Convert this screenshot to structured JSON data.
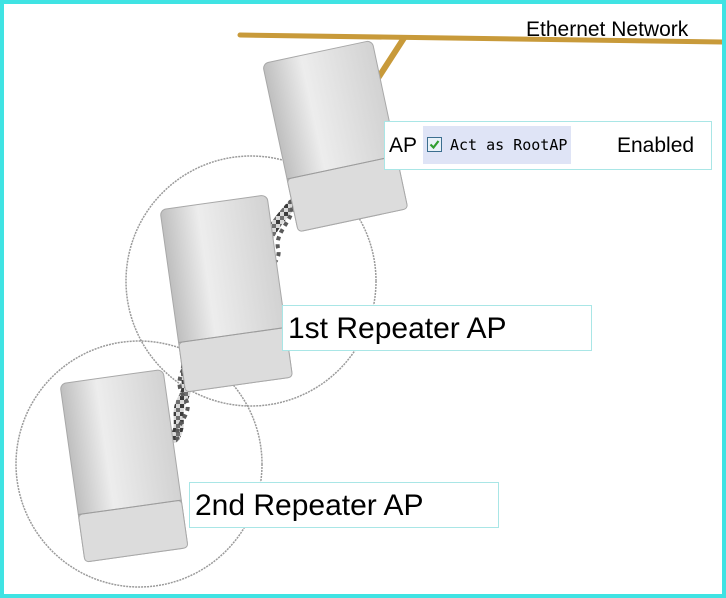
{
  "network": {
    "label": "Ethernet Network"
  },
  "root_ap": {
    "prefix": "AP",
    "checkbox_label": "Act as RootAP",
    "checked": true,
    "suffix": "Enabled"
  },
  "repeater1": {
    "label": "1st Repeater AP"
  },
  "repeater2": {
    "label": "2nd Repeater AP"
  },
  "colors": {
    "frame": "#3fe3e3",
    "ethernet_cable": "#c89a3a",
    "device_body": "#e3e3e3",
    "coverage_ring": "#999999",
    "checkbox_highlight": "#dfe4f6",
    "checkmark": "#2f9e2f"
  }
}
